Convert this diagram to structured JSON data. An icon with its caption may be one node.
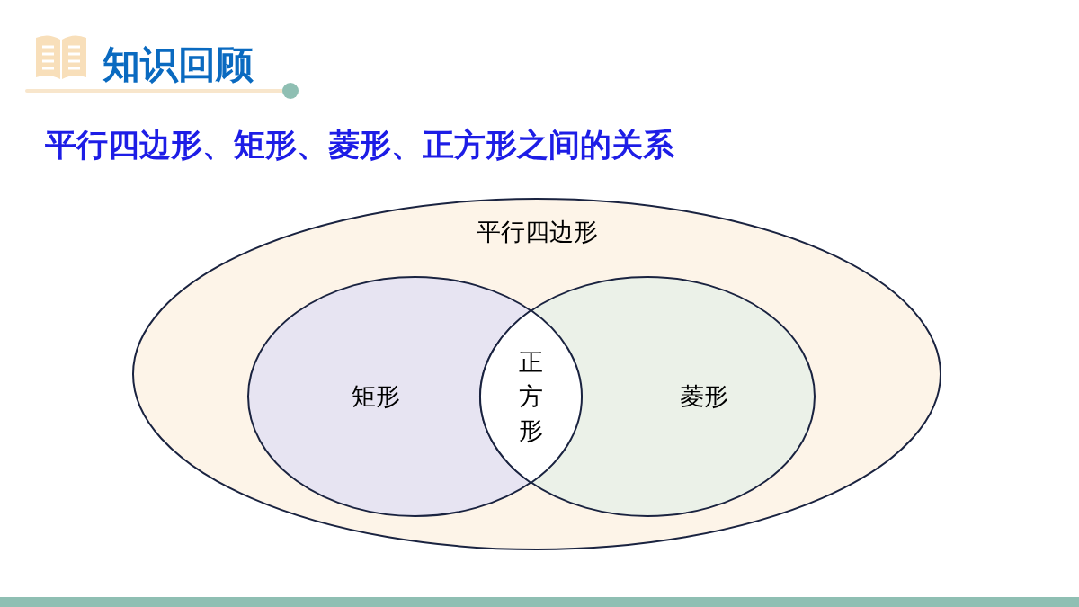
{
  "diagram": {
    "title": "知识回顾",
    "nodes": [
      {
        "text": [
          "平行四边形"
        ]
      },
      {
        "text": [
          "矩形"
        ],
        "in": 0
      },
      {
        "text": [
          "菱形"
        ],
        "in": 0
      },
      {
        "text": [
          "正方形"
        ]
      }
    ],
    "labels": [
      "平行四边形、矩形、菱形、正方形之间的关系"
    ]
  }
}
